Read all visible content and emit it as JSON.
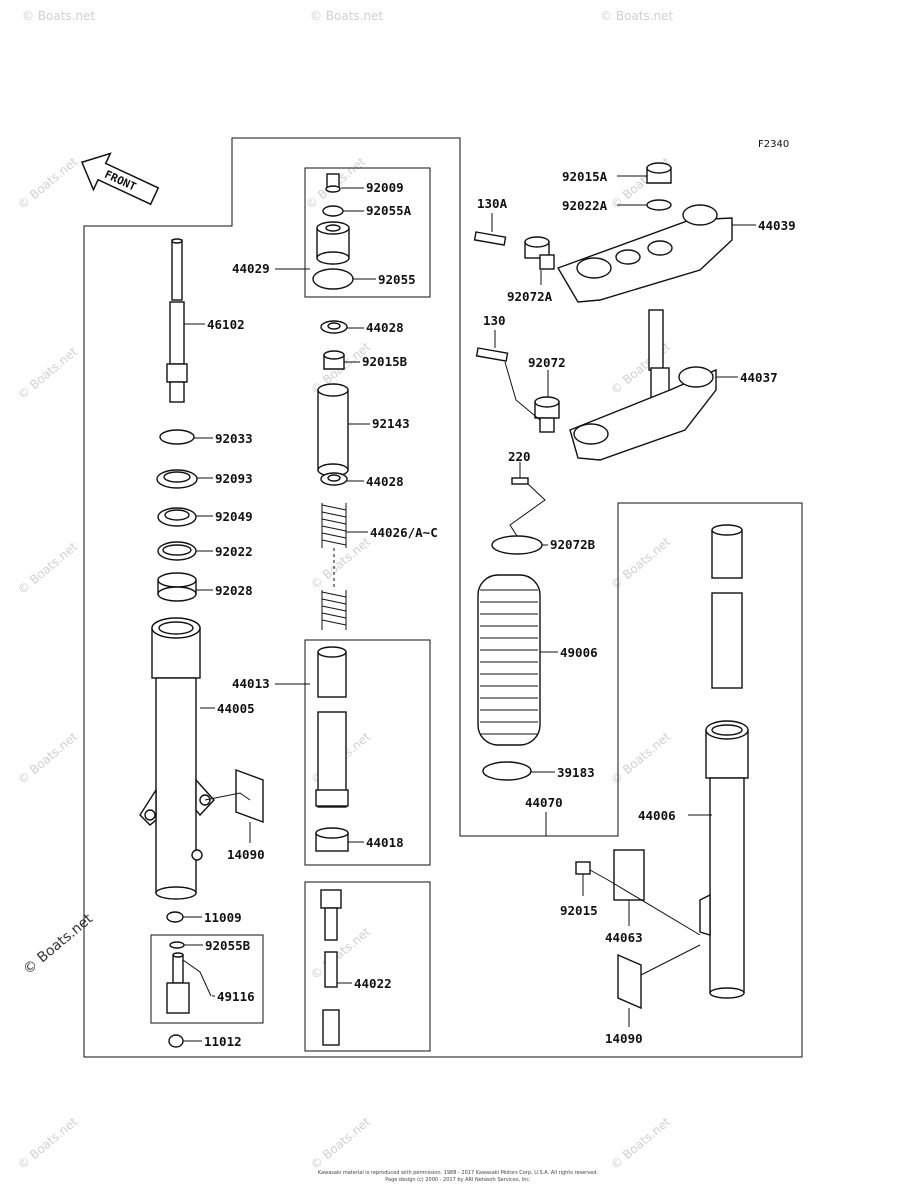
{
  "figure_id": "F2340",
  "front_label": "FRONT",
  "watermark": "© Boats.net",
  "copyright_lines": [
    "Kawasaki material is reproduced with permission. 1988 - 2017 Kawasaki Motors Corp, U.S.A. All rights reserved.",
    "Page design (c) 2000 - 2017 by ARI Network Services, Inc."
  ],
  "parts": [
    {
      "id": "92009",
      "label": "92009"
    },
    {
      "id": "92055A",
      "label": "92055A"
    },
    {
      "id": "44029",
      "label": "44029"
    },
    {
      "id": "92055",
      "label": "92055"
    },
    {
      "id": "46102",
      "label": "46102"
    },
    {
      "id": "44028a",
      "label": "44028"
    },
    {
      "id": "92015B",
      "label": "92015B"
    },
    {
      "id": "92033",
      "label": "92033"
    },
    {
      "id": "92143",
      "label": "92143"
    },
    {
      "id": "92093",
      "label": "92093"
    },
    {
      "id": "44028b",
      "label": "44028"
    },
    {
      "id": "92049",
      "label": "92049"
    },
    {
      "id": "44026",
      "label": "44026/A~C"
    },
    {
      "id": "92022",
      "label": "92022"
    },
    {
      "id": "92028",
      "label": "92028"
    },
    {
      "id": "44013",
      "label": "44013"
    },
    {
      "id": "44005",
      "label": "44005"
    },
    {
      "id": "14090a",
      "label": "14090"
    },
    {
      "id": "44018",
      "label": "44018"
    },
    {
      "id": "11009",
      "label": "11009"
    },
    {
      "id": "92055B",
      "label": "92055B"
    },
    {
      "id": "44022",
      "label": "44022"
    },
    {
      "id": "49116",
      "label": "49116"
    },
    {
      "id": "11012",
      "label": "11012"
    },
    {
      "id": "92015A",
      "label": "92015A"
    },
    {
      "id": "130A",
      "label": "130A"
    },
    {
      "id": "92022A",
      "label": "92022A"
    },
    {
      "id": "44039",
      "label": "44039"
    },
    {
      "id": "92072A",
      "label": "92072A"
    },
    {
      "id": "130",
      "label": "130"
    },
    {
      "id": "92072",
      "label": "92072"
    },
    {
      "id": "44037",
      "label": "44037"
    },
    {
      "id": "220",
      "label": "220"
    },
    {
      "id": "92072B",
      "label": "92072B"
    },
    {
      "id": "49006",
      "label": "49006"
    },
    {
      "id": "39183",
      "label": "39183"
    },
    {
      "id": "44070",
      "label": "44070"
    },
    {
      "id": "44006",
      "label": "44006"
    },
    {
      "id": "92015",
      "label": "92015"
    },
    {
      "id": "44063",
      "label": "44063"
    },
    {
      "id": "14090b",
      "label": "14090"
    }
  ]
}
